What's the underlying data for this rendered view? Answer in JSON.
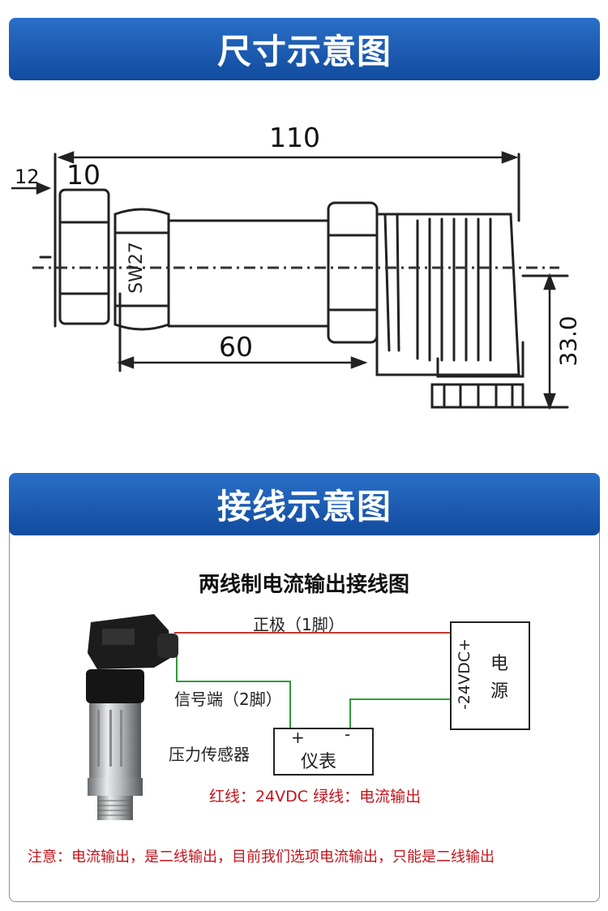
{
  "banner_dimensions": "尺寸示意图",
  "banner_wiring": "接线示意图",
  "dimension_drawing": {
    "overall_length": "110",
    "label_12": "12",
    "label_10": "10",
    "hex_label": "SW27",
    "length_60": "60",
    "height_33": "33.0"
  },
  "wiring_diagram": {
    "title": "两线制电流输出接线图",
    "positive_label": "正极（1脚）",
    "signal_label": "信号端（2脚）",
    "sensor_label": "压力传感器",
    "meter_plus": "+",
    "meter_minus": "-",
    "meter_label": "仪表",
    "power_voltage": "-24VDC+",
    "power_char1": "电",
    "power_char2": "源",
    "wire_legend": "红线：24VDC  绿线：电流输出",
    "note": "注意：电流输出，是二线输出，目前我们选项电流输出，只能是二线输出",
    "colors": {
      "red_wire": "#c0392b",
      "green_wire": "#2e9d3a",
      "note_text": "#c3141c",
      "banner": "#1a56ad"
    }
  }
}
